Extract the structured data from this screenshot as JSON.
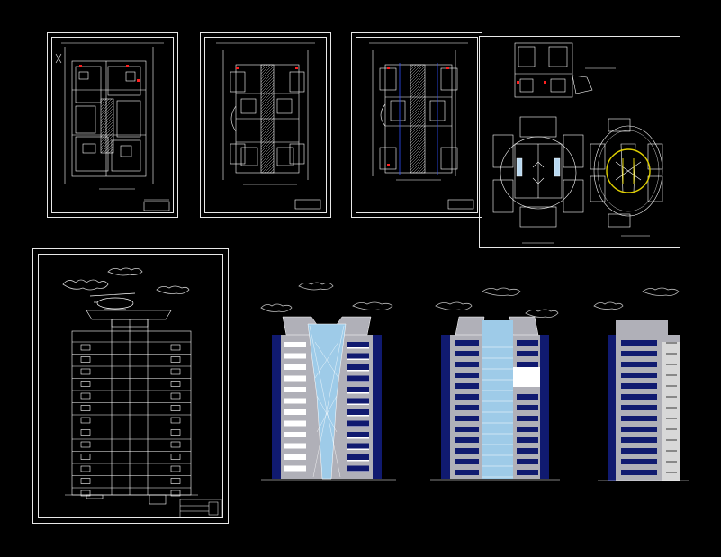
{
  "drawing": {
    "background": "#000000",
    "line_color": "#ffffff",
    "accent_red": "#ff2020",
    "accent_yellow": "#e0d000",
    "facade_gray": "#b0b0b8",
    "glass_blue": "#9ecbe8",
    "navy": "#101a70"
  },
  "sheets": [
    {
      "id": "plan-1",
      "kind": "floor-plan"
    },
    {
      "id": "plan-2",
      "kind": "floor-plan"
    },
    {
      "id": "plan-3",
      "kind": "floor-plan"
    },
    {
      "id": "roof-helipad",
      "kind": "roof-plan"
    },
    {
      "id": "section",
      "kind": "building-section"
    },
    {
      "id": "elevation-front",
      "kind": "elevation"
    },
    {
      "id": "elevation-rear",
      "kind": "elevation"
    },
    {
      "id": "elevation-side",
      "kind": "elevation"
    }
  ]
}
